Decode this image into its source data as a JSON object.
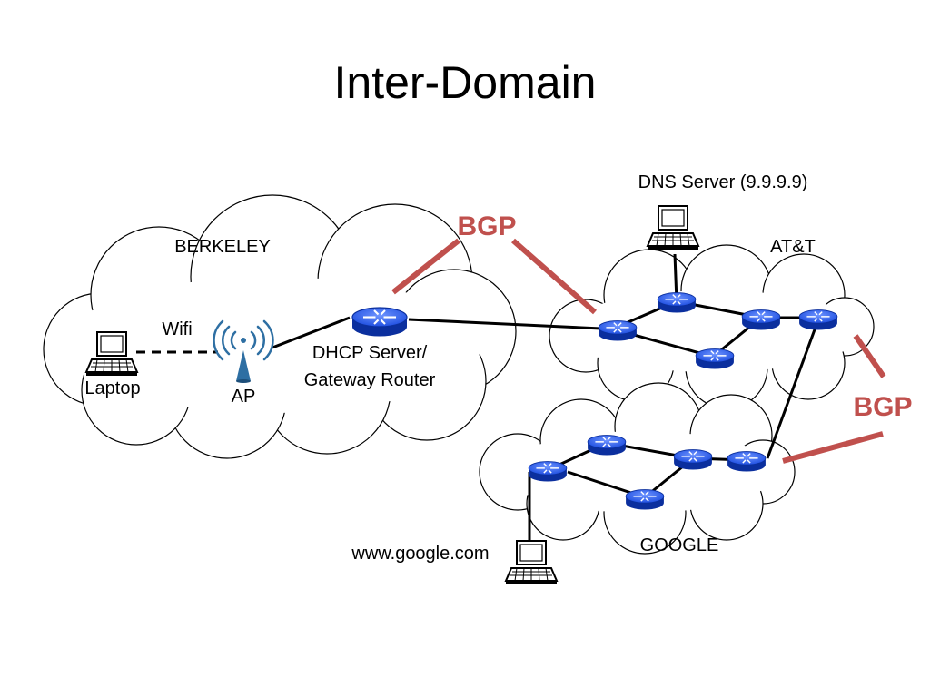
{
  "title": "Inter-Domain",
  "domains": {
    "berkeley": "BERKELEY",
    "att": "AT&T",
    "google": "GOOGLE"
  },
  "labels": {
    "wifi": "Wifi",
    "laptop": "Laptop",
    "ap": "AP",
    "dhcp_line1": "DHCP Server/",
    "dhcp_line2": "Gateway Router",
    "dns_server": "DNS Server (9.9.9.9)",
    "web_server": "www.google.com",
    "bgp_top": "BGP",
    "bgp_right": "BGP"
  },
  "colors": {
    "bgp": "#c0504d",
    "router": "#1f4fe0",
    "ap": "#2e6fa3"
  }
}
